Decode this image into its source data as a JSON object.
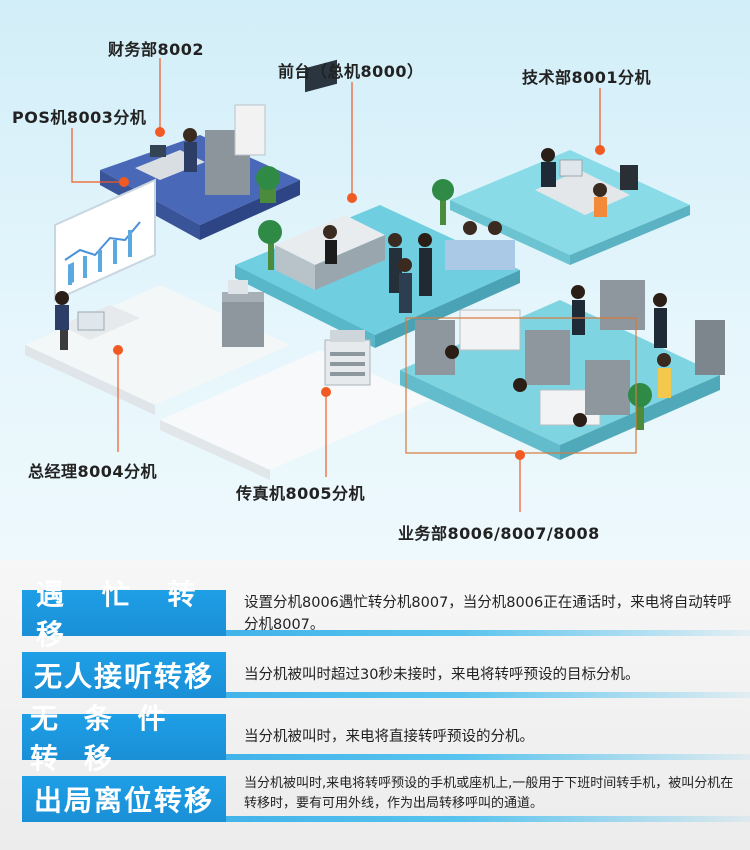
{
  "diagram": {
    "labels": {
      "finance": "财务部8002",
      "reception": "前台（总机8000）",
      "tech": "技术部8001分机",
      "pos": "POS机8003分机",
      "manager": "总经理8004分机",
      "fax": "传真机8005分机",
      "sales": "业务部8006/8007/8008"
    },
    "colors": {
      "accent": "#f15a22",
      "blue_floor": "#4a68b8",
      "teal_floor": "#6fcfe0",
      "white_floor": "#f4f7f8"
    }
  },
  "features": [
    {
      "title": "遇 忙 转 移",
      "desc": "设置分机8006遇忙转分机8007，当分机8006正在通话时，来电将自动转呼分机8007。"
    },
    {
      "title": "无人接听转移",
      "desc": "当分机被叫时超过30秒未接时，来电将转呼预设的目标分机。"
    },
    {
      "title": "无 条 件 转 移",
      "desc": "当分机被叫时，来电将直接转呼预设的分机。"
    },
    {
      "title": "出局离位转移",
      "desc": "当分机被叫时,来电将转呼预设的手机或座机上,一般用于下班时间转手机，被叫分机在转移时，要有可用外线，作为出局转移呼叫的通道。"
    }
  ]
}
